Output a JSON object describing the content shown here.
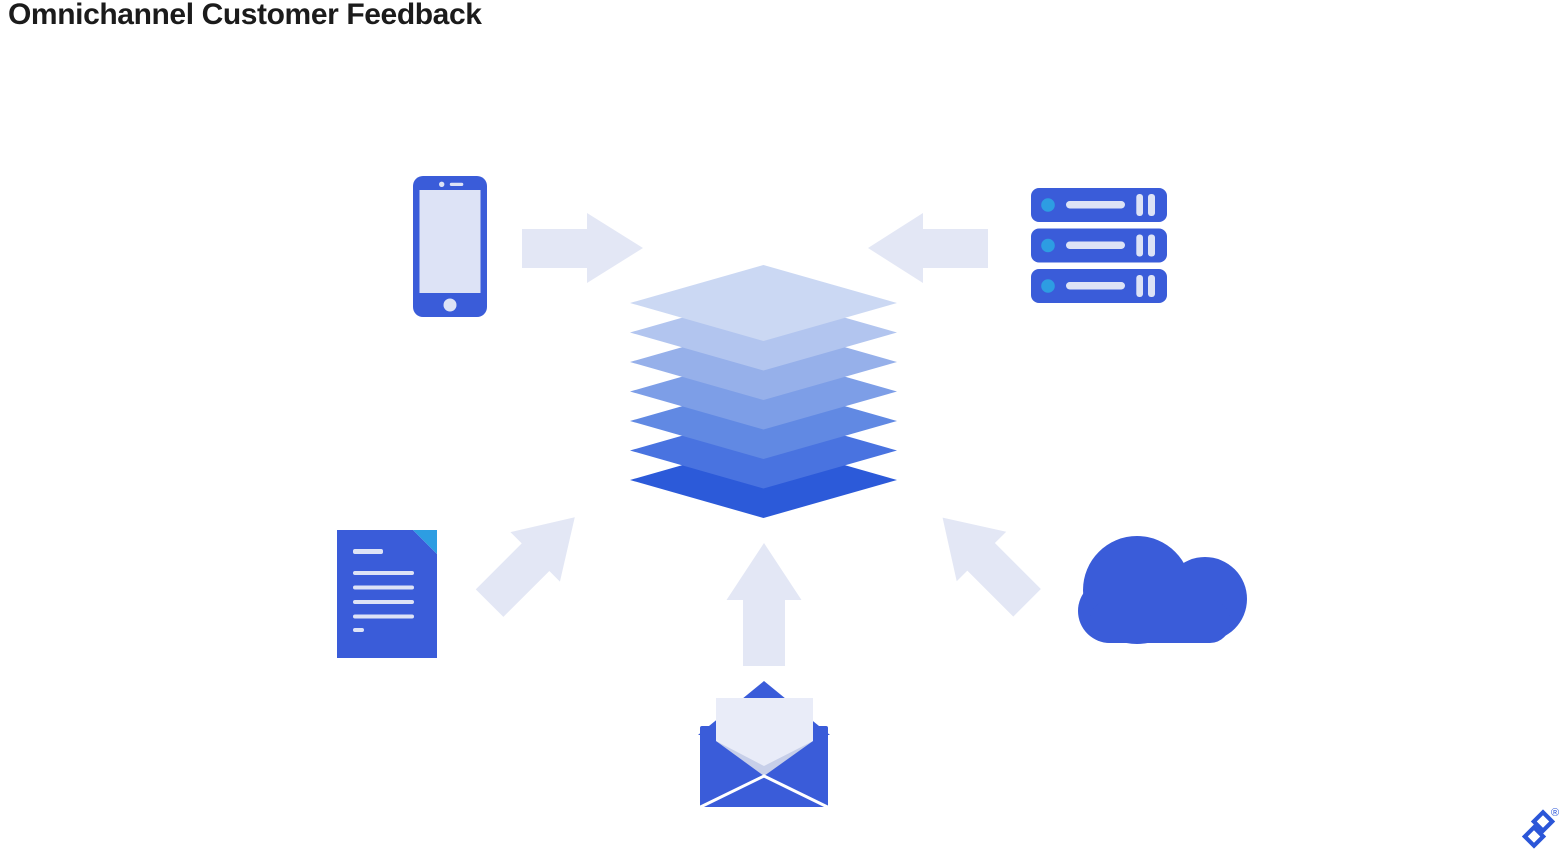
{
  "page": {
    "title": "Omnichannel Customer Feedback"
  },
  "colors": {
    "title_text": "#1b1b1b",
    "icon_blue": "#3a5cd9",
    "accent_cyan": "#2d9de2",
    "icon_light": "#dde3f6",
    "letter_light": "#e9ecf8",
    "letter_shade": "#c7cfe9",
    "arrow_color": "#e3e7f5",
    "logo_blue": "#2b56d8"
  },
  "diagram": {
    "center": {
      "name": "layer-stack",
      "layer_count": 7,
      "layer_colors": [
        "#cbd8f3",
        "#b2c5ef",
        "#96b0ea",
        "#7d9ee7",
        "#6189e3",
        "#4973e0",
        "#2c5ad9"
      ]
    },
    "sources": [
      {
        "id": "smartphone",
        "icon": "smartphone-icon",
        "arrow_direction": "right"
      },
      {
        "id": "server-stack",
        "icon": "server-stack-icon",
        "arrow_direction": "left"
      },
      {
        "id": "document",
        "icon": "document-icon",
        "arrow_direction": "up-right"
      },
      {
        "id": "envelope",
        "icon": "envelope-icon",
        "arrow_direction": "up"
      },
      {
        "id": "cloud",
        "icon": "cloud-icon",
        "arrow_direction": "up-left"
      }
    ]
  },
  "footer": {
    "logo": "toptal-logo-icon",
    "registered_mark": "®"
  }
}
